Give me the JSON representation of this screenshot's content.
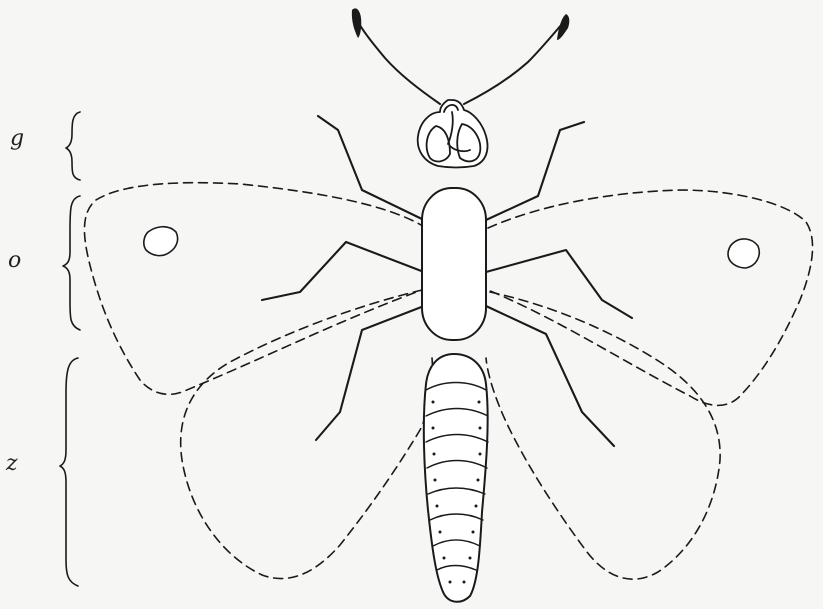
{
  "figure": {
    "subject": "insect-body-segmentation",
    "colors": {
      "ink": "#1a1a1a",
      "paper": "#f6f6f4"
    },
    "labels": {
      "head": "g",
      "thorax": "o",
      "abdomen": "z"
    }
  }
}
